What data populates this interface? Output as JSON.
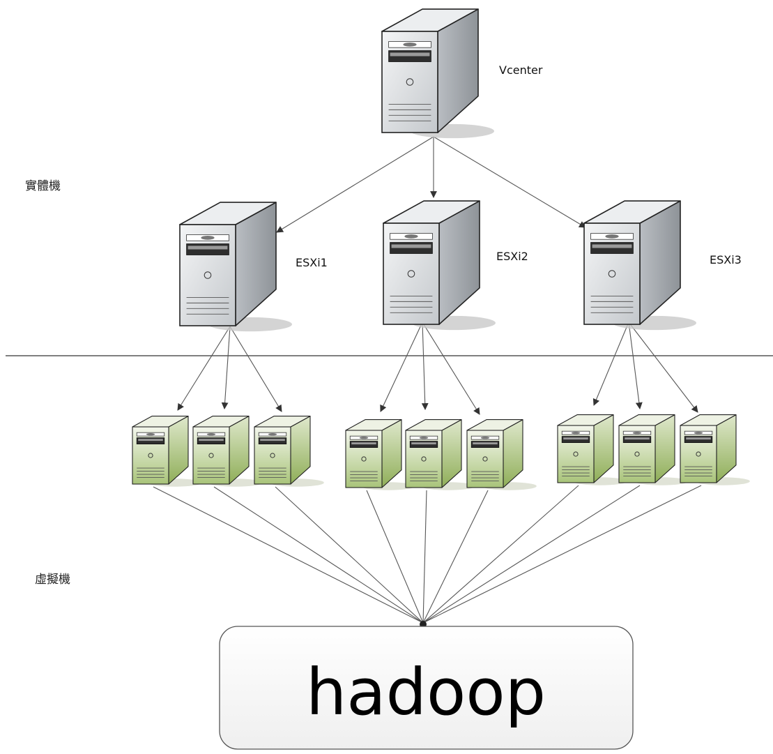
{
  "zones": {
    "physical": "實體機",
    "virtual": "虛擬機"
  },
  "vcenter": {
    "label": "Vcenter"
  },
  "hosts": [
    {
      "label": "ESXi1",
      "vm_count": 3
    },
    {
      "label": "ESXi2",
      "vm_count": 3
    },
    {
      "label": "ESXi3",
      "vm_count": 3
    }
  ],
  "cluster": {
    "label": "hadoop"
  },
  "colors": {
    "server_gray": "#d9dcdf",
    "vm_green": "#b9cf8e",
    "line": "#555555"
  },
  "icons": {
    "physical": "server-tower-icon",
    "virtual": "vm-server-icon"
  }
}
